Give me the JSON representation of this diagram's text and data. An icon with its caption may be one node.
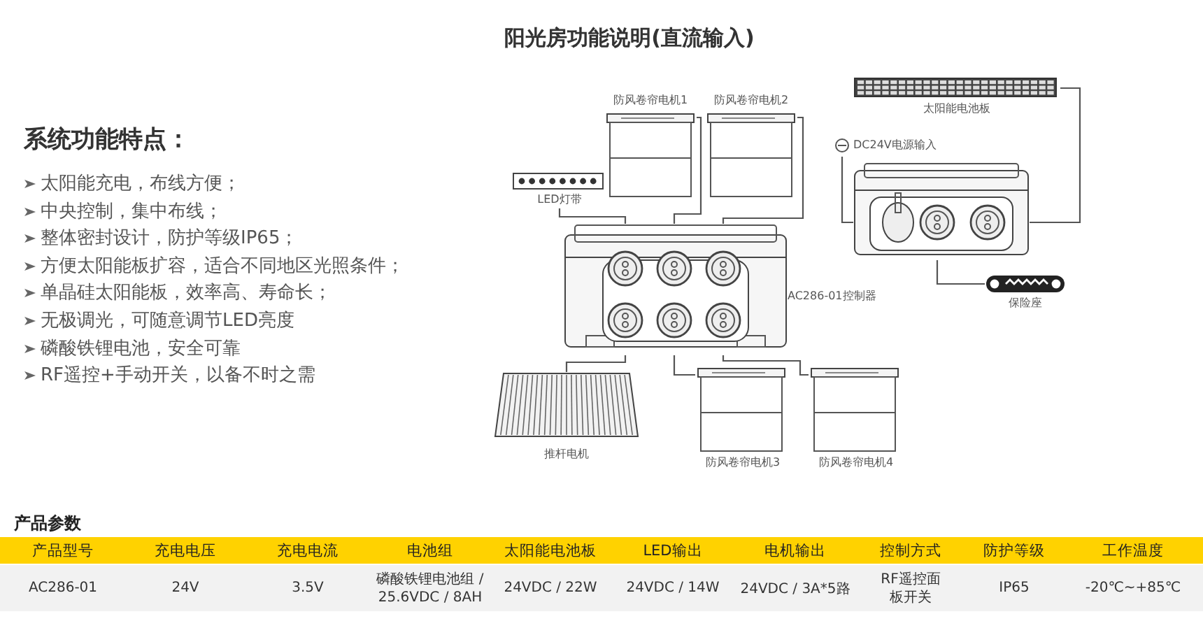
{
  "diagram": {
    "title": "阳光房功能说明(直流输入)",
    "nodes": [
      {
        "text": [
          "AC286-01控制器"
        ]
      },
      {
        "text": [
          "防风卷帘电机1"
        ]
      },
      {
        "text": [
          "防风卷帘电机2"
        ]
      },
      {
        "text": [
          "LED灯带"
        ]
      },
      {
        "text": [
          "推杆电机"
        ]
      },
      {
        "text": [
          "防风卷帘电机3"
        ]
      },
      {
        "text": [
          "防风卷帘电机4"
        ]
      },
      {
        "text": [
          "太阳能电池板"
        ]
      },
      {
        "text": [],
        "shape": "box"
      },
      {
        "text": [
          "DC24V电源输入"
        ]
      },
      {
        "text": [
          "保险座"
        ]
      }
    ],
    "edges": [
      {
        "from": 3,
        "to": 0,
        "arrow": "none"
      },
      {
        "from": 1,
        "to": 0,
        "arrow": "none"
      },
      {
        "from": 2,
        "to": 0,
        "arrow": "none"
      },
      {
        "from": 0,
        "to": 4,
        "arrow": "none"
      },
      {
        "from": 0,
        "to": 5,
        "arrow": "none"
      },
      {
        "from": 0,
        "to": 6,
        "arrow": "none"
      },
      {
        "from": 7,
        "to": 8,
        "arrow": "none"
      },
      {
        "from": 9,
        "to": 8,
        "arrow": "none"
      },
      {
        "from": 10,
        "to": 8,
        "arrow": "none"
      }
    ],
    "labels": [
      "系统功能特点：",
      "太阳能充电，布线方便；",
      "中央控制，集中布线；",
      "整体密封设计，防护等级IP65；",
      "方便太阳能板扩容，适合不同地区光照条件；",
      "单晶硅太阳能板，效率高、寿命长；",
      "无极调光，可随意调节LED亮度",
      "磷酸铁锂电池，安全可靠",
      "RF遥控+手动开关，以备不时之需",
      "产品参数",
      "产品型号",
      "充电电压",
      "充电电流",
      "电池组",
      "太阳能电池板",
      "LED输出",
      "电机输出",
      "控制方式",
      "防护等级",
      "工作温度",
      "AC286-01",
      "24V",
      "3.5V",
      "磷酸铁锂电池组 / 25.6VDC / 8AH",
      "24VDC / 22W",
      "24VDC / 14W",
      "24VDC / 3A*5路",
      "RF遥控面板开关",
      "IP65",
      "-20℃~+85℃"
    ]
  }
}
